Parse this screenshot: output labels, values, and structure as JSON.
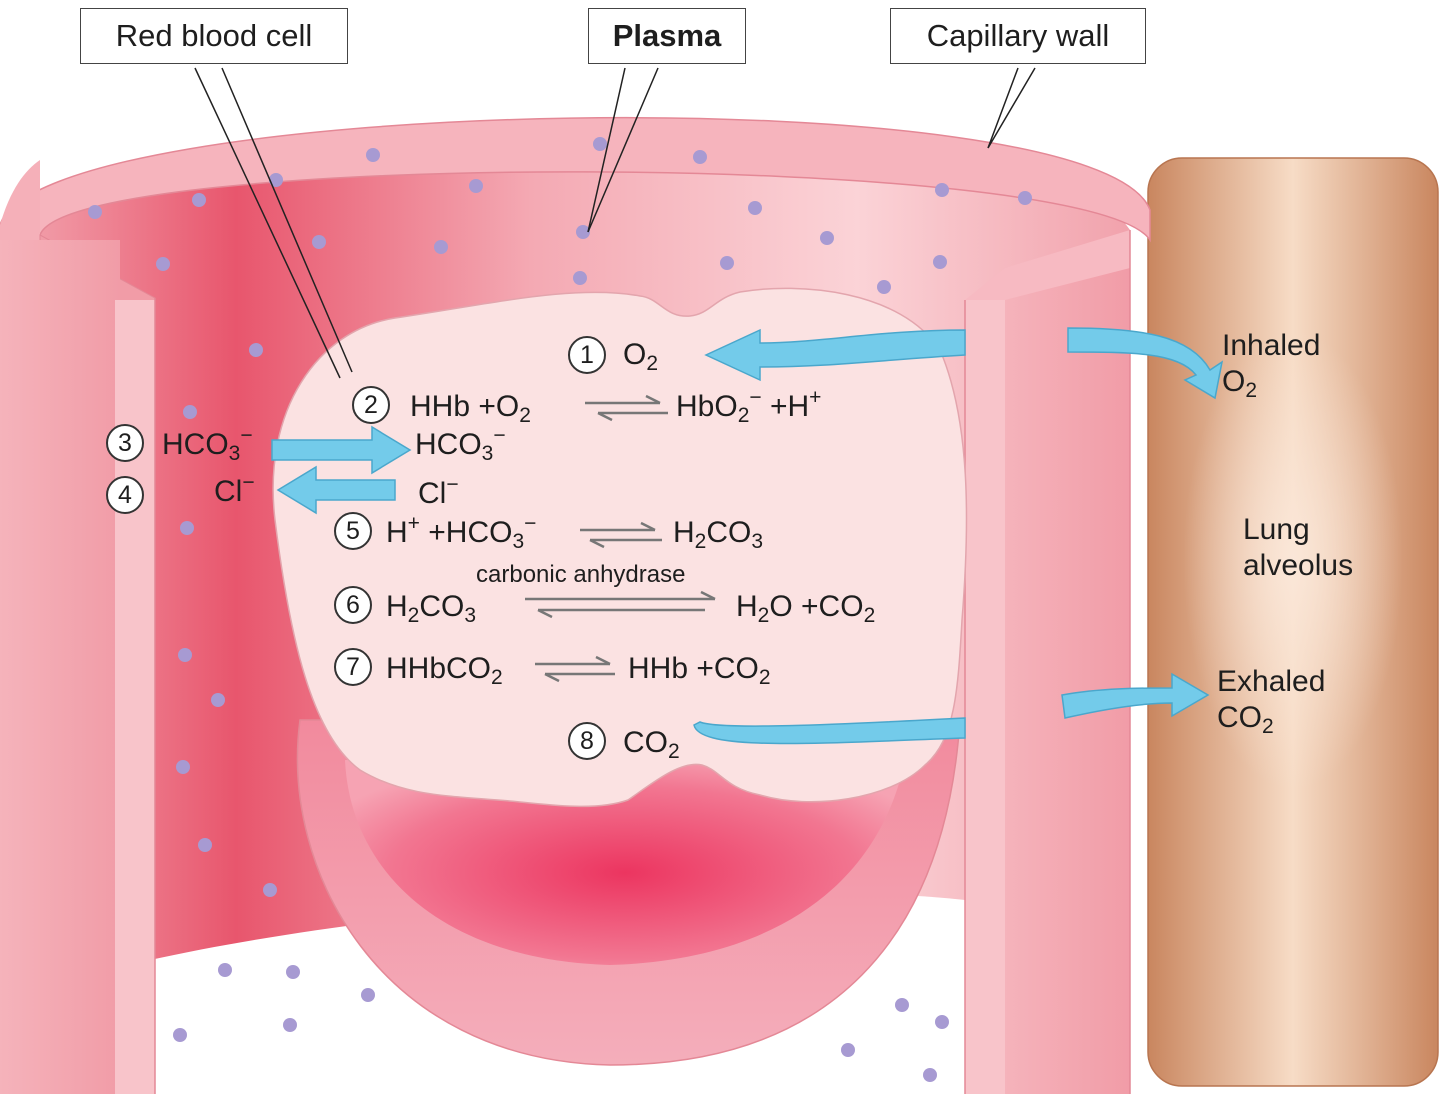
{
  "labels": {
    "red_blood_cell": "Red blood cell",
    "plasma": "Plasma",
    "capillary_wall": "Capillary wall",
    "inhaled_line1": "Inhaled",
    "inhaled_o": "O",
    "inhaled_sub": "2",
    "lung_line1": "Lung",
    "lung_line2": "alveolus",
    "exhaled_line1": "Exhaled",
    "exhaled_co": "CO",
    "exhaled_sub": "2"
  },
  "steps": {
    "s1": {
      "num": "1",
      "o": "O",
      "o_sub": "2"
    },
    "s2": {
      "num": "2",
      "hhb_plus_o": "HHb +O",
      "o_sub": "2",
      "hbo": "HbO",
      "hbo_sub": "2",
      "hbo_sup": "−",
      "plus_h": " +H",
      "h_sup": "+"
    },
    "s3": {
      "num": "3",
      "left": "HCO",
      "left_sub": "3",
      "left_sup": "−",
      "right": "HCO",
      "right_sub": "3",
      "right_sup": "−"
    },
    "s4": {
      "num": "4",
      "left": "Cl",
      "left_sup": "−",
      "right": "Cl",
      "right_sup": "−"
    },
    "s5": {
      "num": "5",
      "h": "H",
      "h_sup": "+",
      "plus_hco": " +HCO",
      "hco_sub": "3",
      "hco_sup": "−",
      "h2": "H",
      "h2_sub": "2",
      "co3": "CO",
      "co3_sub": "3"
    },
    "s6": {
      "num": "6",
      "enzyme": "carbonic anhydrase",
      "h": "H",
      "h_sub": "2",
      "co3": "CO",
      "co3_sub": "3",
      "h2o_h": "H",
      "h2o_sub": "2",
      "o_plus_co": "O +CO",
      "co2_sub": "2"
    },
    "s7": {
      "num": "7",
      "hhbco": "HHbCO",
      "hhbco_sub": "2",
      "hhb_plus_co": "HHb +CO",
      "co2_sub": "2"
    },
    "s8": {
      "num": "8",
      "co": "CO",
      "co_sub": "2"
    }
  }
}
